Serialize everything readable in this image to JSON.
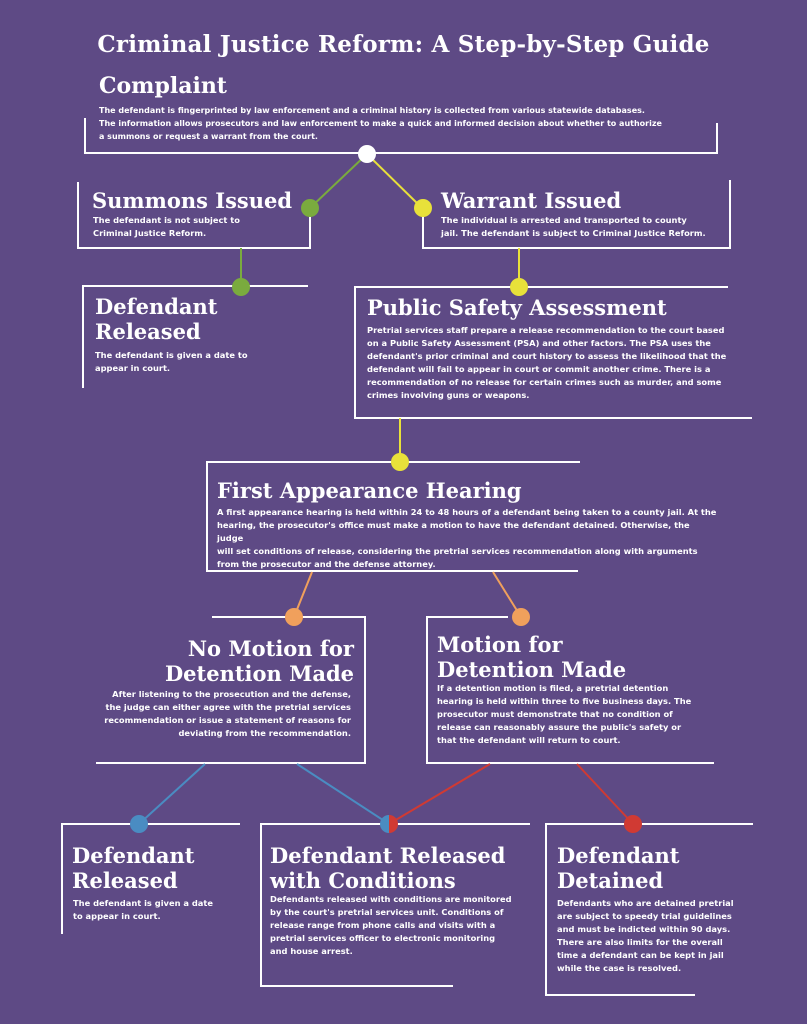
{
  "title": "Criminal Justice Reform: A Step-by-Step Guide",
  "colors": {
    "background": "#5e4a85",
    "white": "#ffffff",
    "green": "#7aab3e",
    "yellow": "#e8e13a",
    "orange": "#f0a05c",
    "blue": "#4a8cc2",
    "red": "#d03a33"
  },
  "steps": {
    "complaint": {
      "title": "Complaint",
      "lines": [
        "The defendant is fingerprinted by law enforcement and a criminal history is collected from various statewide databases.",
        "The information allows prosecutors and law enforcement to make a quick and informed decision about whether to authorize",
        "a summons or request a warrant from the court."
      ]
    },
    "summons": {
      "title": "Summons Issued",
      "lines": [
        "The defendant is not subject to",
        "Criminal Justice Reform."
      ]
    },
    "warrant": {
      "title": "Warrant Issued",
      "lines": [
        "The individual is arrested and transported to county",
        "jail. The defendant is subject to Criminal Justice Reform."
      ]
    },
    "released_1": {
      "title_lines": [
        "Defendant",
        "Released"
      ],
      "lines": [
        "The defendant is given a date to",
        "appear in court."
      ]
    },
    "psa": {
      "title": "Public Safety Assessment",
      "lines": [
        "Pretrial services staff prepare a release recommendation to the court based",
        "on a Public Safety Assessment (PSA) and other factors.  The PSA uses the",
        "defendant's prior criminal and court history to assess the likelihood that the",
        "defendant will fail to appear in court or commit another crime. There is a",
        "recommendation of no release for certain crimes such as murder, and some",
        "crimes involving guns or weapons."
      ]
    },
    "first_appearance": {
      "title": "First Appearance Hearing",
      "lines": [
        "A first appearance hearing is held within 24 to 48 hours of a defendant being taken to a county jail. At the",
        "hearing, the prosecutor's office must make a motion to have the defendant detained. Otherwise, the judge",
        "will set conditions of release, considering the pretrial services recommendation along with arguments",
        "from the prosecutor and the defense attorney."
      ]
    },
    "no_motion": {
      "title_lines": [
        "No Motion for",
        "Detention Made"
      ],
      "lines": [
        "After listening to the prosecution and the defense,",
        "the judge can either agree with the pretrial services",
        "recommendation or issue a statement of reasons for",
        "deviating from the recommendation."
      ]
    },
    "motion": {
      "title_lines": [
        "Motion for",
        "Detention Made"
      ],
      "lines": [
        "If a detention motion is filed, a pretrial detention",
        "hearing is held within three to five business days. The",
        "prosecutor must demonstrate that no condition of",
        "release can reasonably assure the public's safety or",
        "that the defendant will return to court."
      ]
    },
    "released_2": {
      "title_lines": [
        "Defendant",
        "Released"
      ],
      "lines": [
        "The defendant is given a date",
        "to appear in court."
      ]
    },
    "released_conditions": {
      "title_lines": [
        "Defendant Released",
        "with Conditions"
      ],
      "lines": [
        "Defendants released with conditions are monitored",
        "by the court's pretrial services unit. Conditions of",
        "release range from phone calls and visits with a",
        "pretrial services officer to electronic monitoring",
        "and house arrest."
      ]
    },
    "detained": {
      "title_lines": [
        "Defendant",
        "Detained"
      ],
      "lines": [
        "Defendants who are detained pretrial",
        "are subject to speedy trial guidelines",
        "and must be indicted within 90 days.",
        "There are also limits for the overall",
        "time a defendant can be kept in jail",
        "while the case is resolved."
      ]
    }
  }
}
